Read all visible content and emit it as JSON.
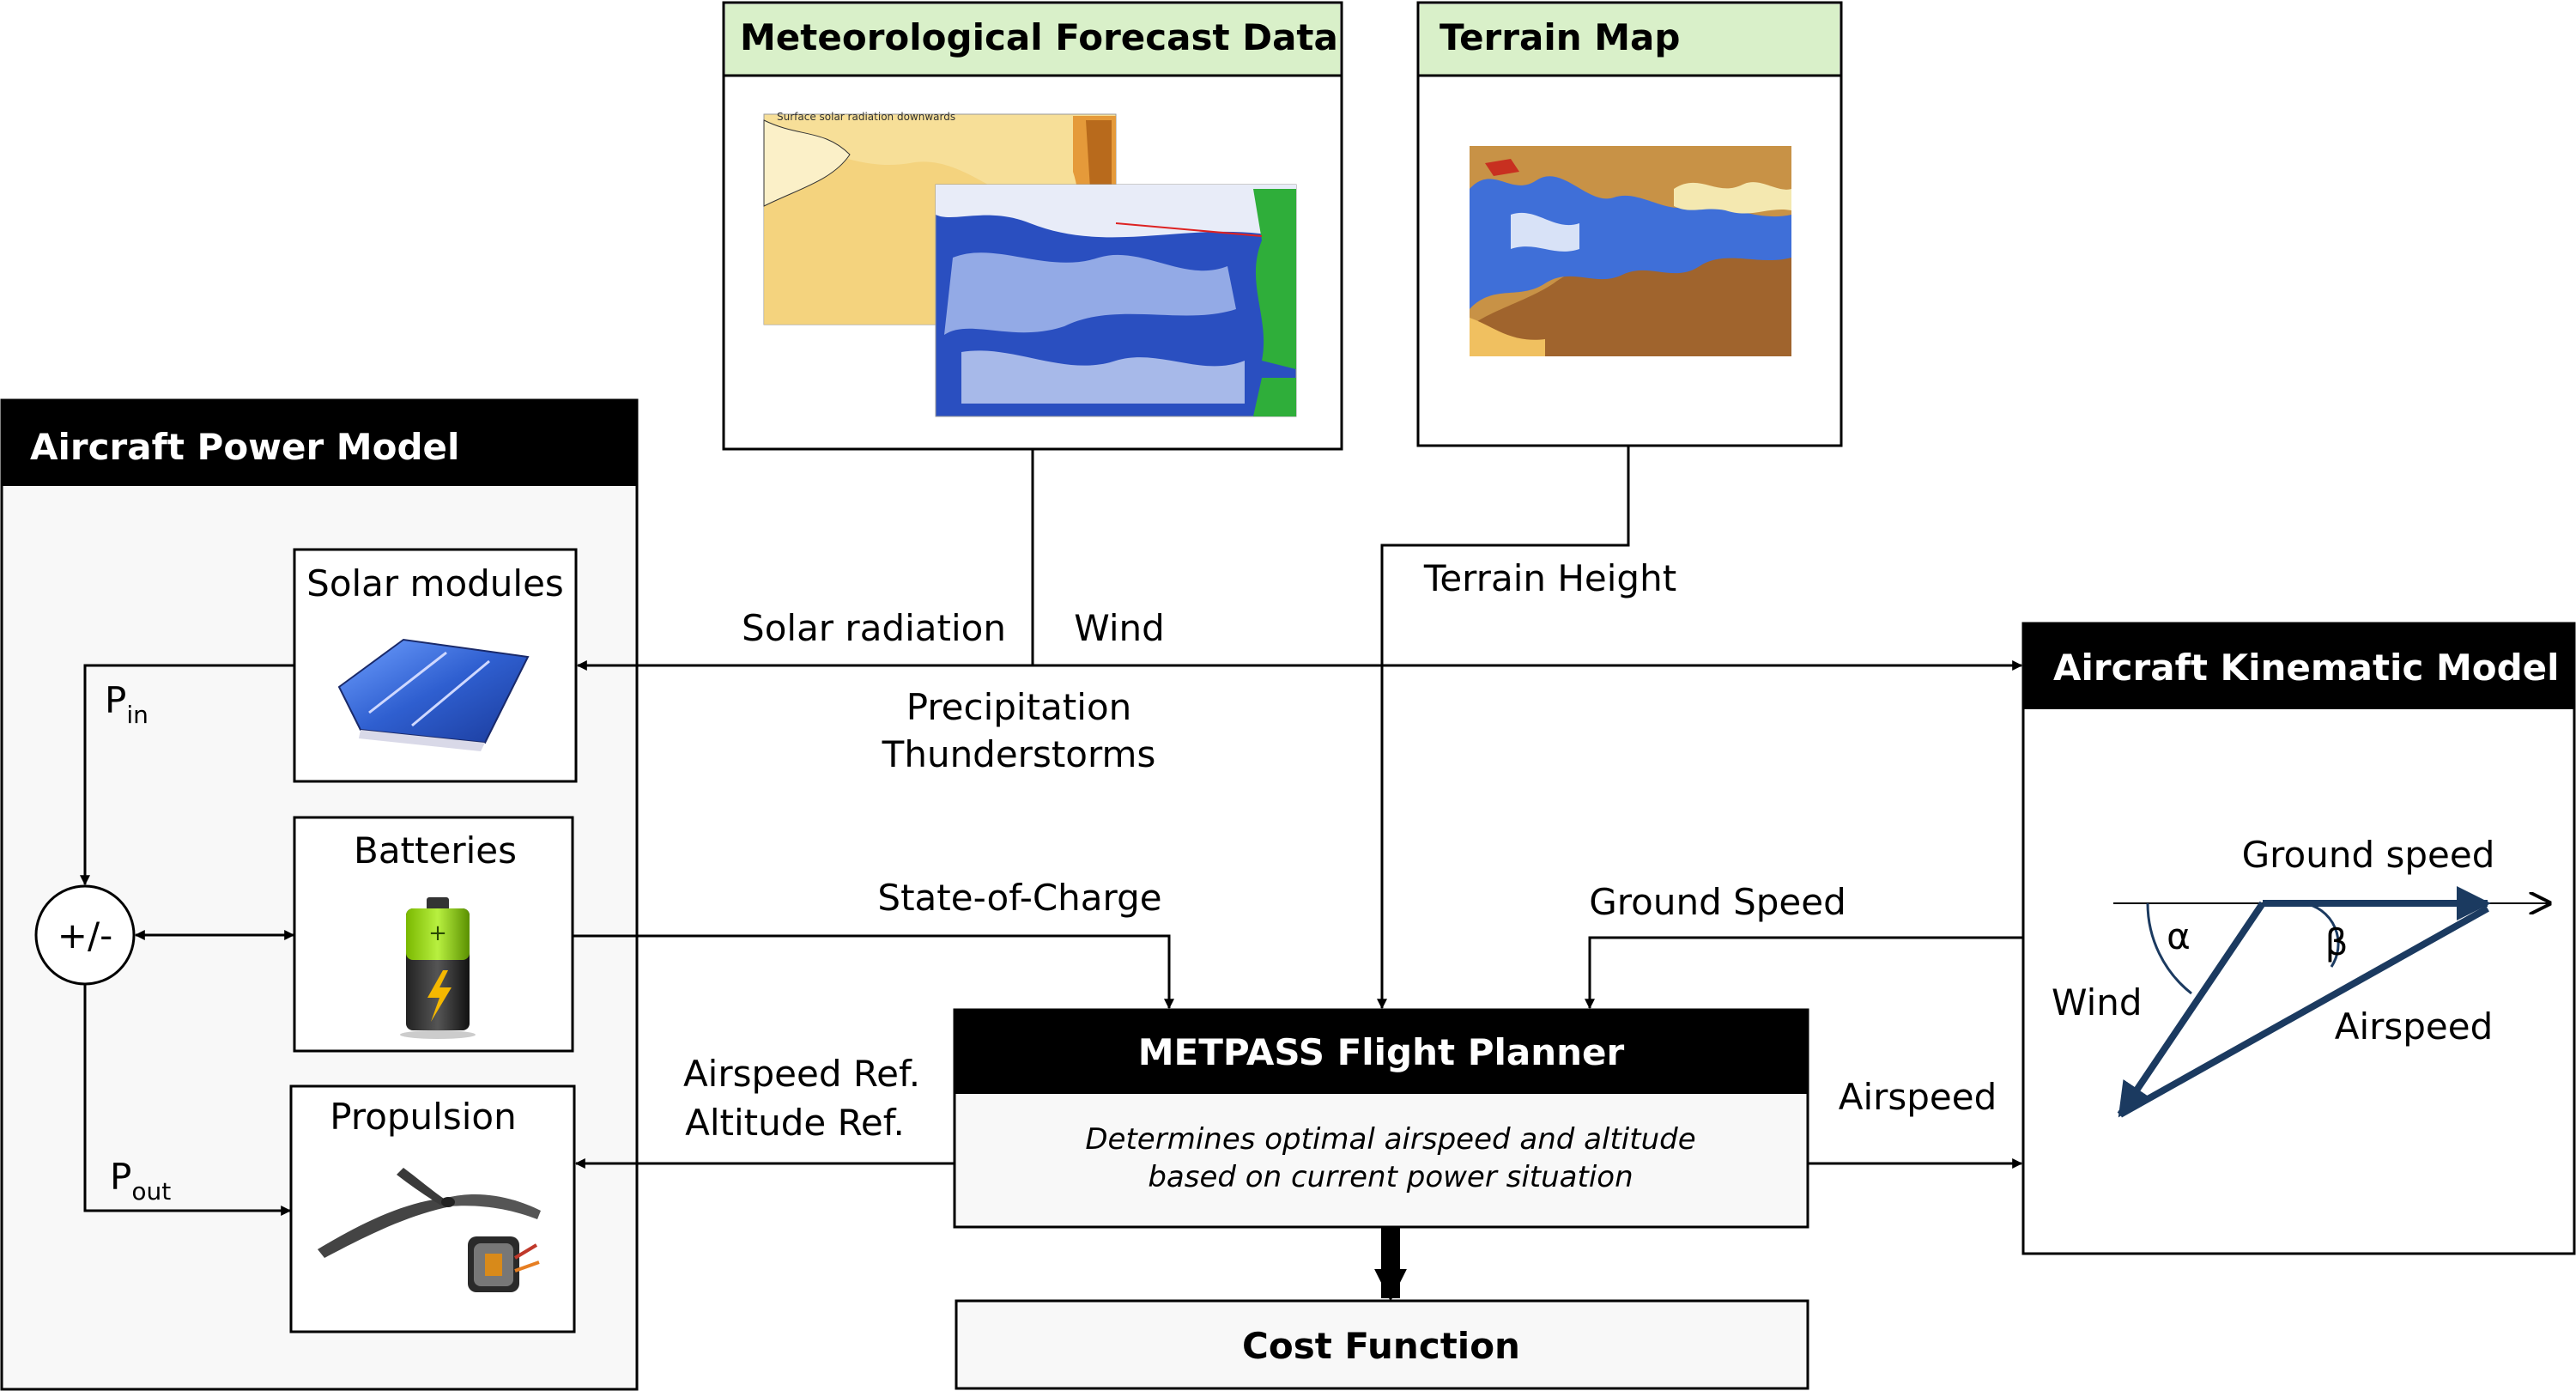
{
  "meteo": {
    "title": "Meteorological Forecast Data"
  },
  "terrain": {
    "title": "Terrain Map"
  },
  "power_model": {
    "title": "Aircraft Power Model",
    "solar": "Solar modules",
    "batteries": "Batteries",
    "propulsion": "Propulsion",
    "mixer": "+/-",
    "p_in_base": "P",
    "p_in_sub": "in",
    "p_out_base": "P",
    "p_out_sub": "out"
  },
  "kinematic": {
    "title": "Aircraft Kinematic Model",
    "ground_speed": "Ground speed",
    "wind": "Wind",
    "airspeed": "Airspeed",
    "alpha": "α",
    "beta": "β"
  },
  "planner": {
    "title": "METPASS Flight Planner",
    "desc_line1": "Determines optimal airspeed and altitude",
    "desc_line2": "based on current power situation"
  },
  "cost": {
    "title": "Cost Function"
  },
  "flows": {
    "solar_radiation": "Solar radiation",
    "wind": "Wind",
    "terrain_height": "Terrain Height",
    "precipitation": "Precipitation",
    "thunderstorms": "Thunderstorms",
    "state_of_charge": "State-of-Charge",
    "ground_speed": "Ground Speed",
    "airspeed_ref": "Airspeed Ref.",
    "altitude_ref": "Altitude Ref.",
    "airspeed": "Airspeed"
  },
  "colors": {
    "header_black": "#000000",
    "header_green": "#d9f0c9",
    "kinematic_arrow": "#1b3a60",
    "panel_bg": "#f8f8f8",
    "terrain_water": "#3f6fd8",
    "terrain_land": "#a0642d",
    "meteo_yellow": "#f7df98",
    "meteo_blue": "#3050b8"
  }
}
